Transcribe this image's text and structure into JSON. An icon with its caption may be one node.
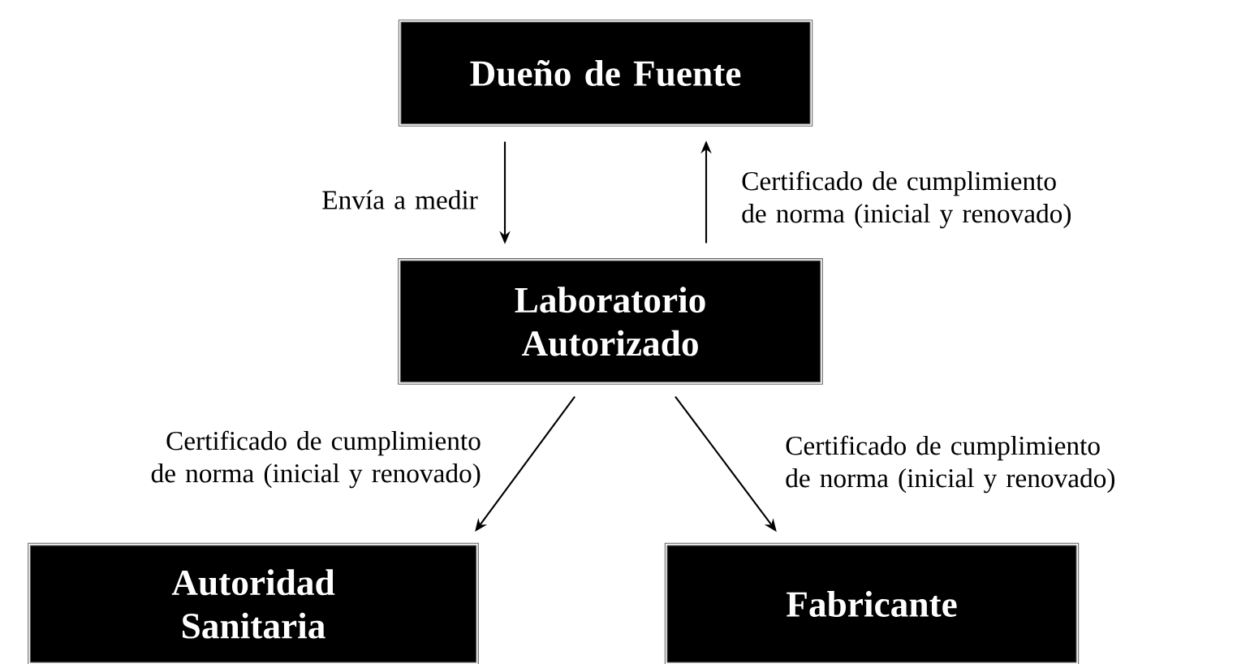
{
  "diagram": {
    "nodes": [
      {
        "text": [
          "Dueño de Fuente"
        ]
      },
      {
        "text": [
          "Laboratorio Autorizado"
        ]
      },
      {
        "text": [
          "Autoridad Sanitaria"
        ]
      },
      {
        "text": [
          "Fabricante"
        ]
      }
    ],
    "edges": [
      {
        "from": 0,
        "to": 1,
        "arrow": "to",
        "label": "Envía a medir"
      },
      {
        "from": 1,
        "to": 0,
        "arrow": "to",
        "label": "Certificado de cumplimiento de norma (inicial y renovado)"
      },
      {
        "from": 1,
        "to": 2,
        "arrow": "to",
        "label": "Certificado de cumplimiento de norma (inicial y renovado)"
      },
      {
        "from": 1,
        "to": 3,
        "arrow": "to",
        "label": "Certificado de cumplimiento de norma (inicial y renovado)"
      }
    ]
  }
}
